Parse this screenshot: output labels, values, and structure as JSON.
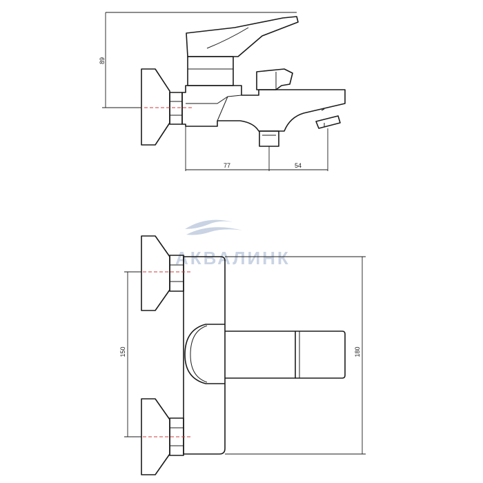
{
  "watermark": {
    "text": "АКВАЛИНК",
    "color": "#c9d3e3"
  },
  "side_view": {
    "dim_height": "89",
    "dim_left": "77",
    "dim_right": "54"
  },
  "front_view": {
    "dim_inlet_spacing": "150",
    "dim_total_height": "180"
  },
  "colors": {
    "line": "#1a1a1a",
    "axis": "#d23a3a"
  }
}
